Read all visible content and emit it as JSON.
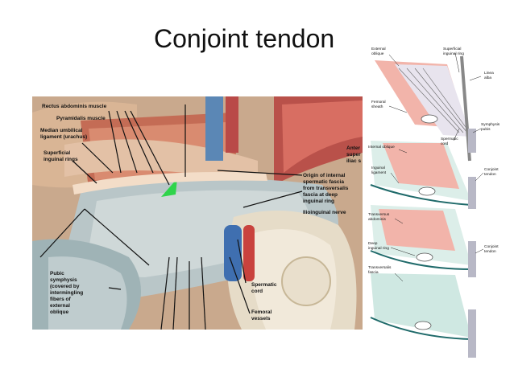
{
  "slide": {
    "title": "Conjoint tendon"
  },
  "left_figure": {
    "labels": {
      "rectus": "Rectus abdominis muscle",
      "pyramidalis": "Pyramidalis muscle",
      "median_1": "Median umbilical",
      "median_2": "ligament (urachus)",
      "superficial_1": "Superficial",
      "superficial_2": "inguinal rings",
      "anterior_1": "Anter",
      "anterior_2": "super",
      "anterior_3": "iliac s",
      "origin_1": "Origin of internal",
      "origin_2": "spermatic fascia",
      "origin_3": "from transversalis",
      "origin_4": "fascia at deep",
      "origin_5": "inguinal ring",
      "ilioinguinal": "Ilioinguinal nerve",
      "pubic_1": "Pubic",
      "pubic_2": "symphysis",
      "pubic_3": "(covered by",
      "pubic_4": "intermingling",
      "pubic_5": "fibers of",
      "pubic_6": "external",
      "pubic_7": "oblique",
      "spermatic_1": "Spermatic",
      "spermatic_2": "cord",
      "femoral_1": "Femoral",
      "femoral_2": "vessels"
    }
  },
  "right_figure": {
    "labels": {
      "external_1": "External",
      "external_2": "oblique",
      "superficial_1": "Superficial",
      "superficial_2": "inguinal ring",
      "linea_1": "Linea",
      "linea_2": "alba",
      "femoral_1": "Femoral",
      "femoral_2": "sheath",
      "symphysis_1": "Symphysis",
      "symphysis_2": "pubis",
      "spermatic_1": "Spermatic",
      "spermatic_2": "cord",
      "internal": "Internal oblique",
      "inguinal_1": "Inguinal",
      "inguinal_2": "ligament",
      "conjoint_1a": "Conjoint",
      "conjoint_1b": "tendon",
      "transversus_1": "Transversus",
      "transversus_2": "abdominis",
      "deep_1": "Deep",
      "deep_2": "inguinal ring",
      "transversalis_1": "Transversalis",
      "transversalis_2": "fascia",
      "conjoint_2a": "Conjoint",
      "conjoint_2b": "tendon"
    }
  }
}
